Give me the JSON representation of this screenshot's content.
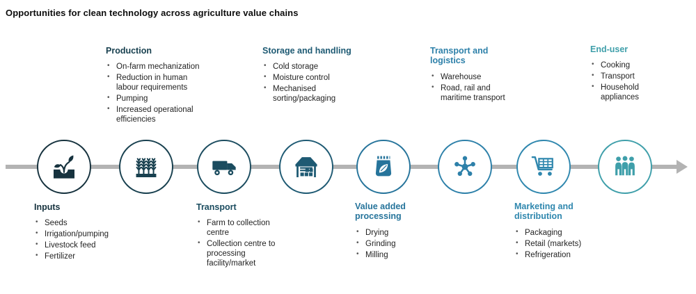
{
  "title": "Opportunities for clean technology across agriculture value chains",
  "flow": {
    "line_color": "#b3b3b3"
  },
  "stages": [
    {
      "title": "Inputs",
      "label_position": "below",
      "color": "#16323e",
      "icon": "sprout-in-soil-icon",
      "items": [
        "Seeds",
        "Irrigation/pumping",
        "Livestock feed",
        "Fertilizer"
      ]
    },
    {
      "title": "Production",
      "label_position": "above",
      "color": "#18404f",
      "icon": "wheat-crop-icon",
      "items": [
        "On-farm mechanization",
        "Reduction in human labour requirements",
        "Pumping",
        "Increased operational efficiencies"
      ]
    },
    {
      "title": "Transport",
      "label_position": "below",
      "color": "#1b4c5f",
      "icon": "truck-icon",
      "items": [
        "Farm to collection centre",
        "Collection centre to processing facility/market"
      ]
    },
    {
      "title": "Storage and handling",
      "label_position": "above",
      "color": "#1e5a73",
      "icon": "warehouse-icon",
      "items": [
        "Cold storage",
        "Moisture control",
        "Mechanised sorting/packaging"
      ]
    },
    {
      "title": "Value added processing",
      "label_position": "below",
      "color": "#26749b",
      "icon": "seed-bag-icon",
      "items": [
        "Drying",
        "Grinding",
        "Milling"
      ]
    },
    {
      "title": "Transport and logistics",
      "label_position": "above",
      "color": "#2d80a9",
      "icon": "network-hub-icon",
      "items": [
        "Warehouse",
        "Road, rail and maritime transport"
      ]
    },
    {
      "title": "Marketing and distribution",
      "label_position": "below",
      "color": "#2f87ae",
      "icon": "shopping-cart-icon",
      "items": [
        "Packaging",
        "Retail (markets)",
        "Refrigeration"
      ]
    },
    {
      "title": "End-user",
      "label_position": "above",
      "color": "#3f9faa",
      "icon": "people-group-icon",
      "items": [
        "Cooking",
        "Transport",
        "Household appliances"
      ]
    }
  ]
}
